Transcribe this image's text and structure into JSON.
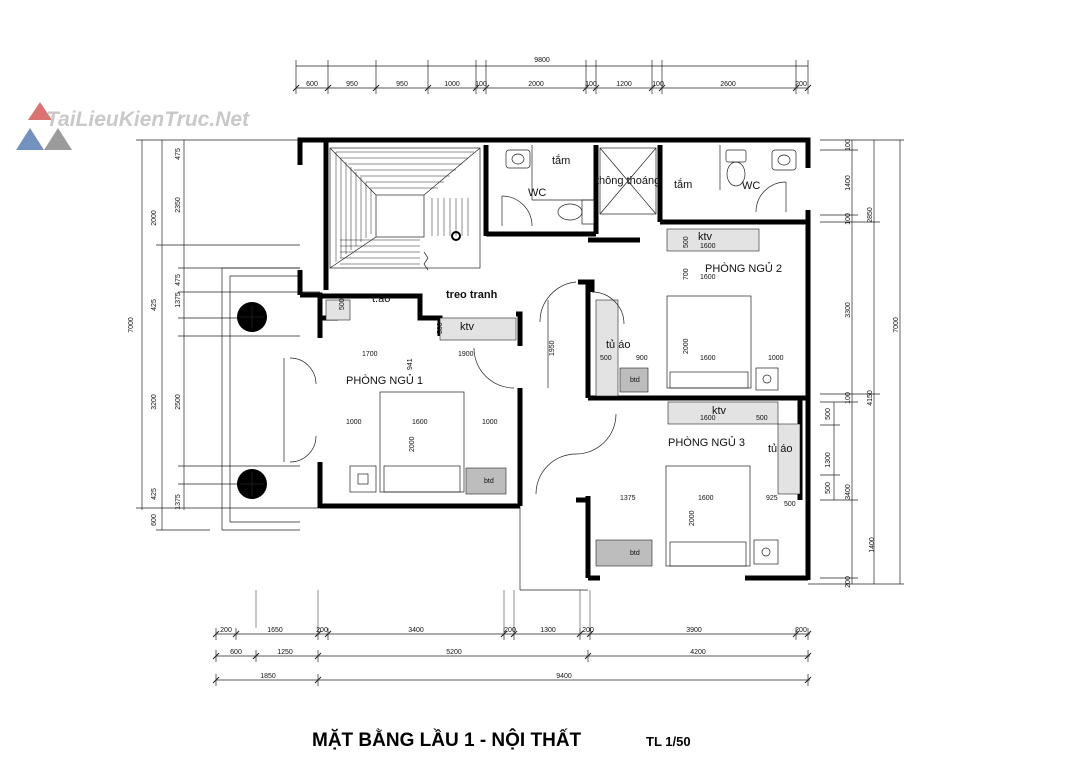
{
  "watermark": "TaiLieuKienTruc.Net",
  "title": "MẶT BẰNG LẦU 1 - NỘI THẤT",
  "scale": "TL 1/50",
  "rooms": {
    "tam1": "tắm",
    "wc1": "WC",
    "thong_thoang": "thông thoáng",
    "tam2": "tắm",
    "wc2": "WC",
    "ktv_top_right": "ktv",
    "phong_ngu_2": "PHÒNG NGỦ 2",
    "tao": "t.áo",
    "treo_tranh": "treo tranh",
    "ktv_left": "ktv",
    "tu_ao_mid": "tủ áo",
    "btd_mid": "btd",
    "phong_ngu_1": "PHÒNG NGỦ 1",
    "btd_left": "btd",
    "ktv_right3": "ktv",
    "phong_ngu_3": "PHÒNG NGỦ 3",
    "tu_ao_right": "tủ áo",
    "btd_bottom": "btd"
  },
  "dims": {
    "top_total": "9800",
    "top_segments": [
      "600",
      "950",
      "950",
      "1000",
      "100",
      "2000",
      "100",
      "1200",
      "100",
      "2600",
      "200"
    ],
    "left_total": "7000",
    "left_outer": [
      "2000",
      "3200",
      "600"
    ],
    "left_inner": [
      "475",
      "2350",
      "475",
      "425",
      "1375",
      "2500",
      "425",
      "1375"
    ],
    "right_total": "7000",
    "right_outer": [
      "2850",
      "4150"
    ],
    "right_inner": [
      "100",
      "1400",
      "100",
      "3300",
      "100",
      "3400",
      "1400",
      "200"
    ],
    "right_mid": [
      "500",
      "1300",
      "500"
    ],
    "bottom_row1": [
      "200",
      "1650",
      "200",
      "3400",
      "200",
      "1300",
      "200",
      "3900",
      "200"
    ],
    "bottom_row2": [
      "600",
      "1250",
      "5200",
      "4200"
    ],
    "bottom_row3": [
      "1850",
      "9400"
    ],
    "pn1": [
      "1700",
      "1900",
      "941",
      "1000",
      "1600",
      "1000",
      "2000",
      "500"
    ],
    "pn2": [
      "1600",
      "500",
      "700",
      "1600",
      "900",
      "1600",
      "1000",
      "2000",
      "500"
    ],
    "mid": [
      "1950"
    ],
    "pn3": [
      "1600",
      "500",
      "1375",
      "1600",
      "925",
      "2000",
      "500"
    ]
  }
}
